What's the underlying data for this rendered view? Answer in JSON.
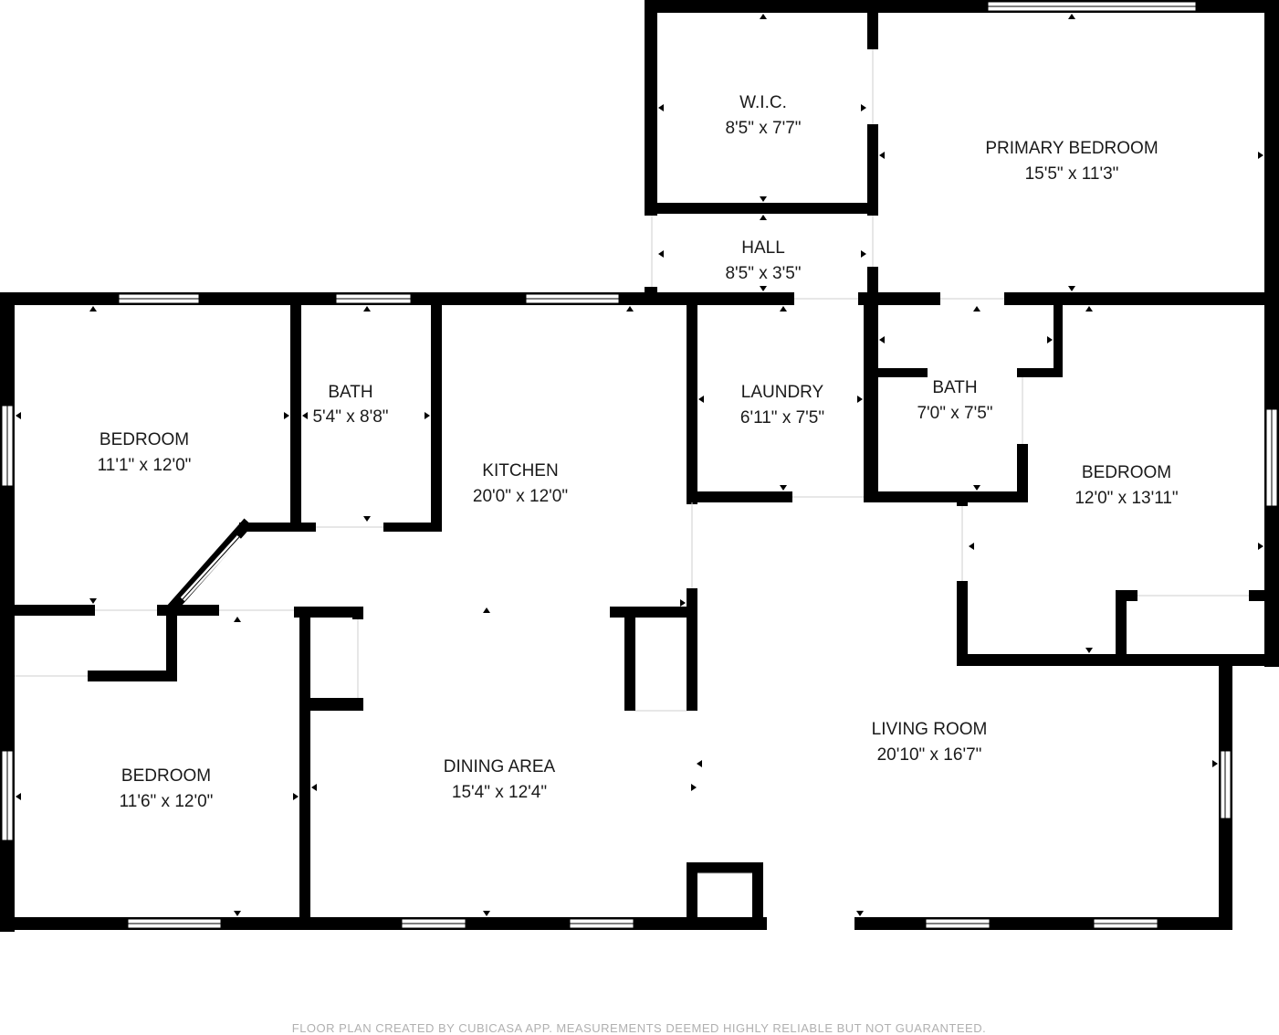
{
  "rooms": {
    "wic": {
      "name": "W.I.C.",
      "dim": "8'5\" x 7'7\""
    },
    "primary": {
      "name": "PRIMARY BEDROOM",
      "dim": "15'5\" x 11'3\""
    },
    "hall": {
      "name": "HALL",
      "dim": "8'5\" x 3'5\""
    },
    "bedroom_nw": {
      "name": "BEDROOM",
      "dim": "11'1\" x 12'0\""
    },
    "bath_w": {
      "name": "BATH",
      "dim": "5'4\" x 8'8\""
    },
    "kitchen": {
      "name": "KITCHEN",
      "dim": "20'0\" x 12'0\""
    },
    "laundry": {
      "name": "LAUNDRY",
      "dim": "6'11\" x 7'5\""
    },
    "bath_e": {
      "name": "BATH",
      "dim": "7'0\" x 7'5\""
    },
    "bedroom_e": {
      "name": "BEDROOM",
      "dim": "12'0\" x 13'11\""
    },
    "living": {
      "name": "LIVING ROOM",
      "dim": "20'10\" x 16'7\""
    },
    "bedroom_sw": {
      "name": "BEDROOM",
      "dim": "11'6\" x 12'0\""
    },
    "dining": {
      "name": "DINING AREA",
      "dim": "15'4\" x 12'4\""
    }
  },
  "footer": "FLOOR PLAN CREATED BY CUBICASA APP. MEASUREMENTS DEEMED HIGHLY RELIABLE BUT NOT GUARANTEED.",
  "colors": {
    "wall": "#000000",
    "text": "#1a1a1a",
    "footer": "#b0b0b0"
  }
}
